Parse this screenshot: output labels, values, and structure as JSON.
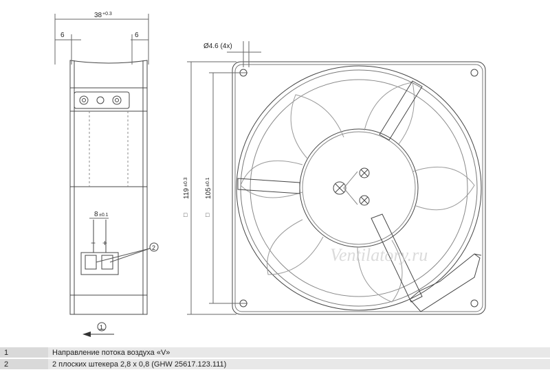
{
  "side_view": {
    "dim_width": "38",
    "dim_width_tol": "+0.3",
    "dim_left": "6",
    "dim_right": "6",
    "dim_pin": "8",
    "dim_pin_tol": "±0.1",
    "minus_sign": "−",
    "plus_sign": "+",
    "callout_2": "2",
    "callout_1": "1"
  },
  "front_view": {
    "hole_dim": "Ø4.6 (4x)",
    "dim_119": "119",
    "dim_119_tol": "±0.3",
    "dim_105": "105",
    "dim_105_tol": "±0.1",
    "square_symbol": "□",
    "watermark": "Ventilatory.ru"
  },
  "legend": [
    {
      "num": "1",
      "text": "Направление потока воздуха «V»"
    },
    {
      "num": "2",
      "text": "2 плоских штекера 2,8 x 0,8 (GHW 25617.123.111)"
    }
  ]
}
